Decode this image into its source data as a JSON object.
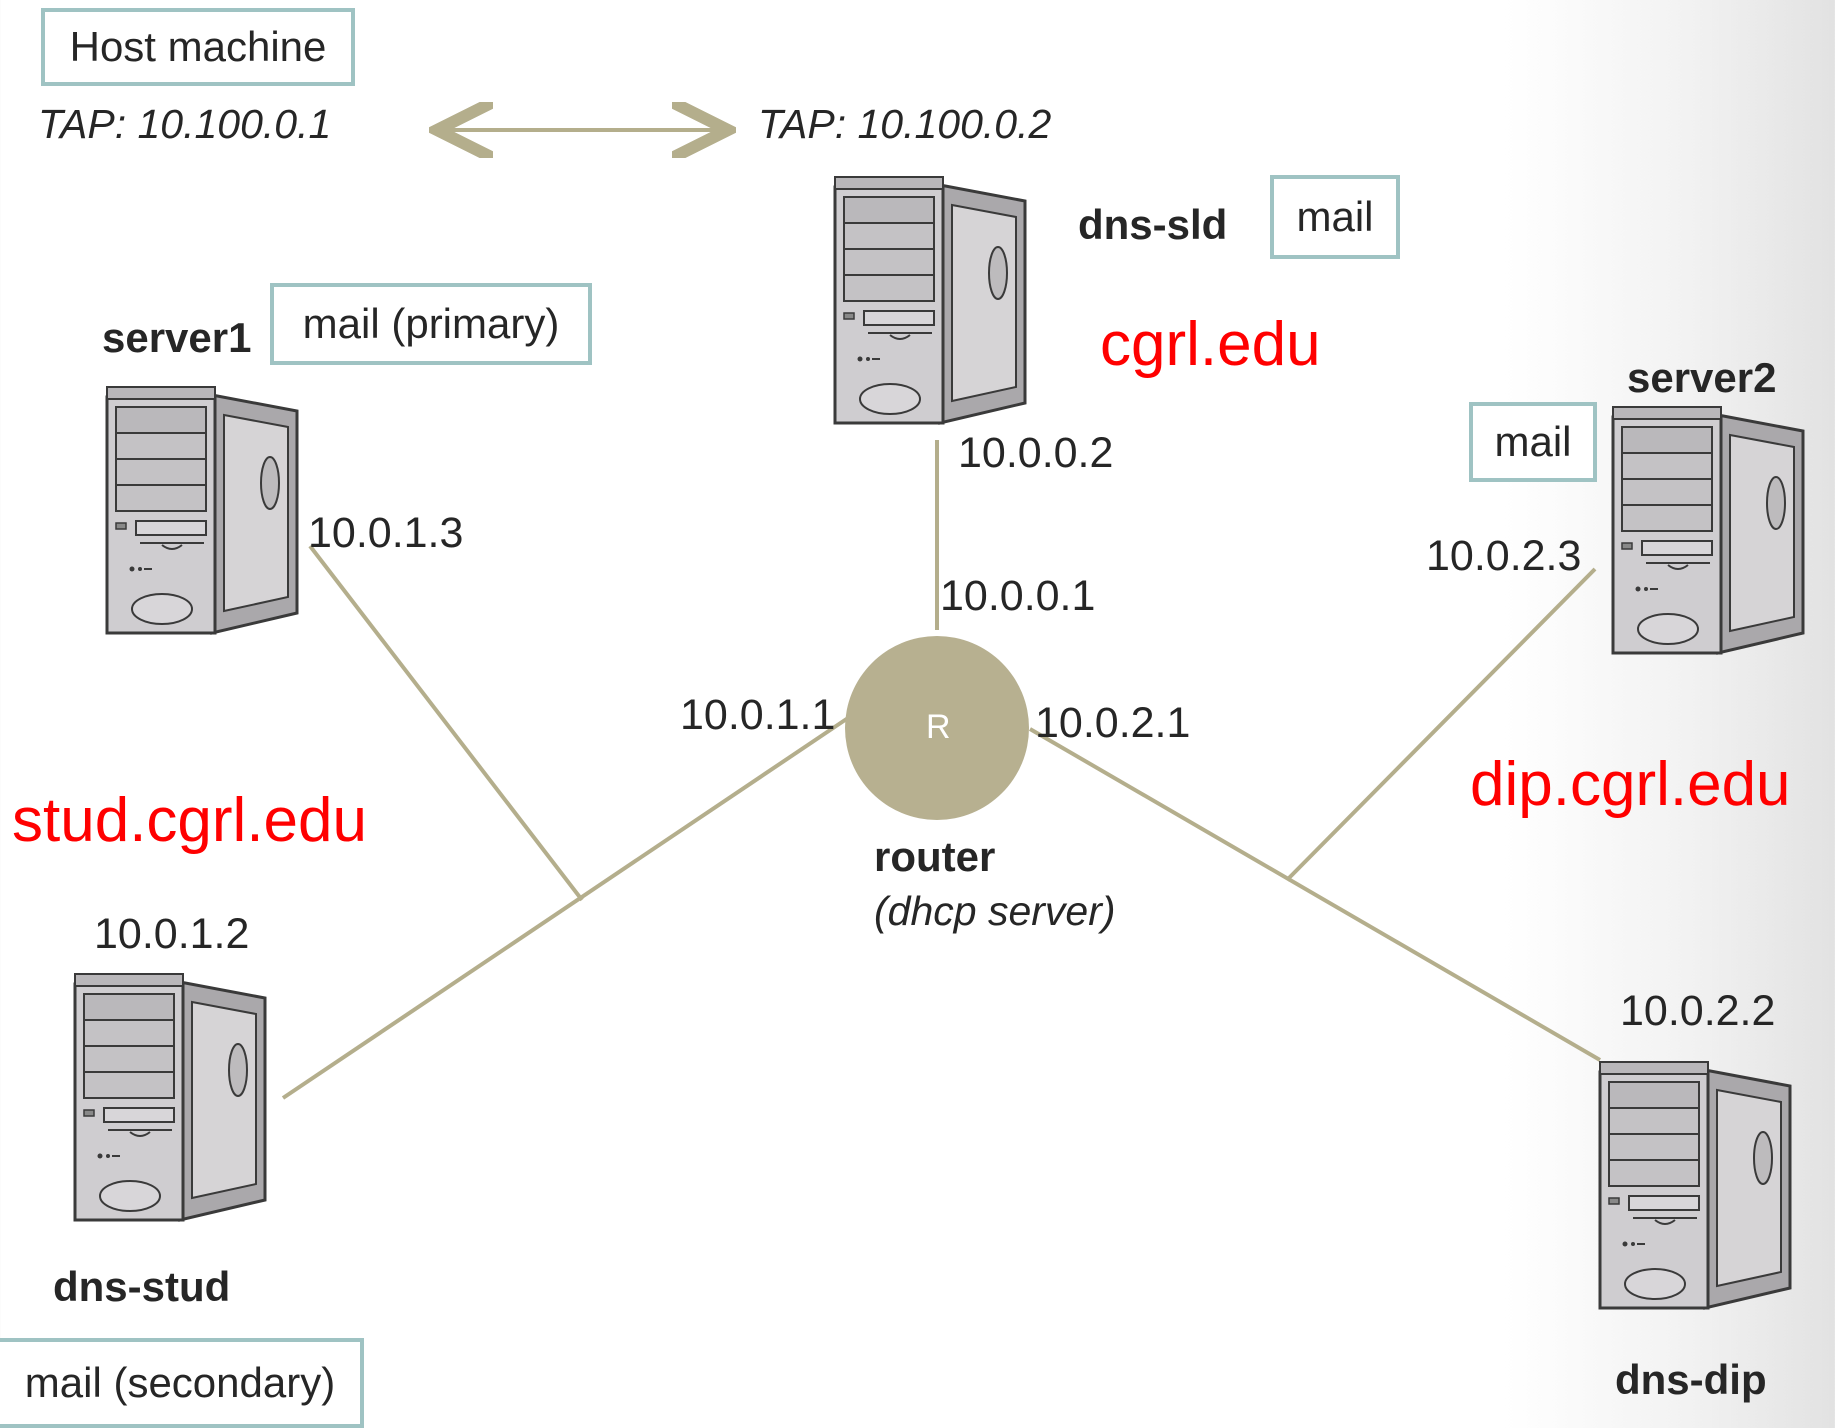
{
  "host": {
    "label": "Host machine",
    "tap_left": "TAP: 10.100.0.1",
    "tap_right": "TAP: 10.100.0.2"
  },
  "router": {
    "letter": "R",
    "name": "router",
    "role": "(dhcp server)",
    "ip_top": "10.0.0.1",
    "ip_left": "10.0.1.1",
    "ip_right": "10.0.2.1"
  },
  "nodes": {
    "dns_sld": {
      "name": "dns-sld",
      "tag": "mail",
      "ip": "10.0.0.2",
      "domain": "cgrl.edu"
    },
    "server1": {
      "name": "server1",
      "tag": "mail (primary)",
      "ip": "10.0.1.3"
    },
    "dns_stud": {
      "name": "dns-stud",
      "tag": "mail (secondary)",
      "ip": "10.0.1.2",
      "domain": "stud.cgrl.edu"
    },
    "server2": {
      "name": "server2",
      "tag": "mail",
      "ip": "10.0.2.3",
      "domain": "dip.cgrl.edu"
    },
    "dns_dip": {
      "name": "dns-dip",
      "ip": "10.0.2.2"
    }
  },
  "colors": {
    "link": "#b4ae8c",
    "router": "#b7b090",
    "domain_text": "#ff0000",
    "box_border": "#9fc3c3"
  },
  "icons": {
    "computer": "tower-computer-icon",
    "router": "router-circle-icon",
    "link": "double-arrow-icon"
  }
}
